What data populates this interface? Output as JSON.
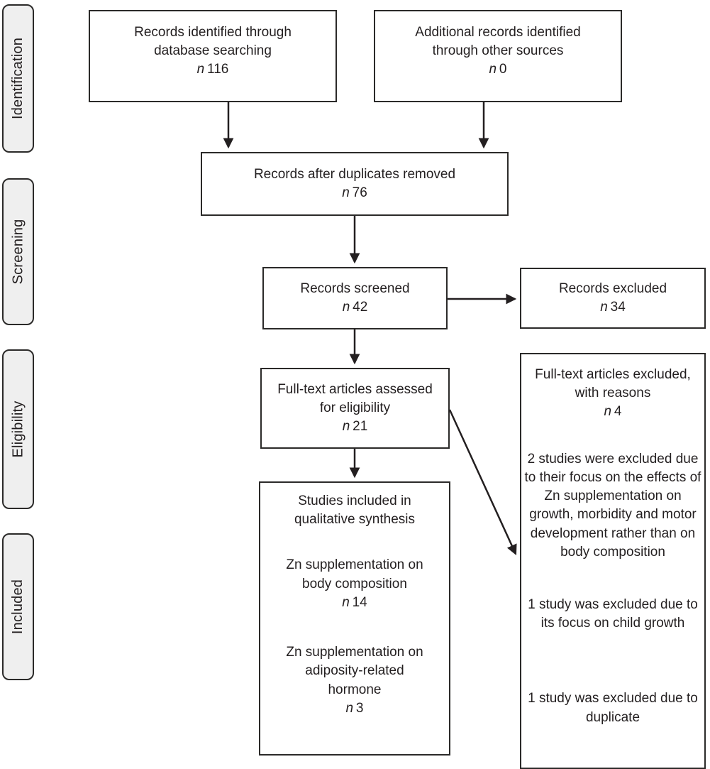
{
  "colors": {
    "border": "#2b2a29",
    "text": "#231f20",
    "stage_fill": "#efefef",
    "background": "#ffffff"
  },
  "stages": [
    {
      "label": "Identification"
    },
    {
      "label": "Screening"
    },
    {
      "label": "Eligibility"
    },
    {
      "label": "Included"
    }
  ],
  "boxes": {
    "records_db": {
      "text": "Records identified through\ndatabase searching",
      "n_label": "n",
      "n_value": "116"
    },
    "records_other": {
      "text": "Additional records identified\nthrough other sources",
      "n_label": "n",
      "n_value": "0"
    },
    "after_duplicates": {
      "text": "Records after duplicates removed",
      "n_label": "n",
      "n_value": "76"
    },
    "screened": {
      "text": "Records screened",
      "n_label": "n",
      "n_value": "42"
    },
    "excluded": {
      "text": "Records excluded",
      "n_label": "n",
      "n_value": "34"
    },
    "fulltext_assessed": {
      "text": "Full-text articles assessed\nfor eligibility",
      "n_label": "n",
      "n_value": "21"
    },
    "included_studies": {
      "title": "Studies included in\nqualitative synthesis",
      "sections": [
        {
          "text": "Zn supplementation on\nbody composition",
          "n_label": "n",
          "n_value": "14"
        },
        {
          "text": "Zn supplementation on\nadiposity-related\nhormone",
          "n_label": "n",
          "n_value": "3"
        }
      ]
    },
    "fulltext_excluded": {
      "title": "Full-text articles excluded,\nwith reasons",
      "n_label": "n",
      "n_value": "4",
      "reasons": [
        {
          "text": "2 studies were excluded due to their focus on the effects of Zn supplementation on growth, morbidity and motor development rather than on body composition"
        },
        {
          "text": "1 study was excluded due to its focus on child growth"
        },
        {
          "text": "1 study was excluded due to duplicate"
        }
      ]
    }
  }
}
